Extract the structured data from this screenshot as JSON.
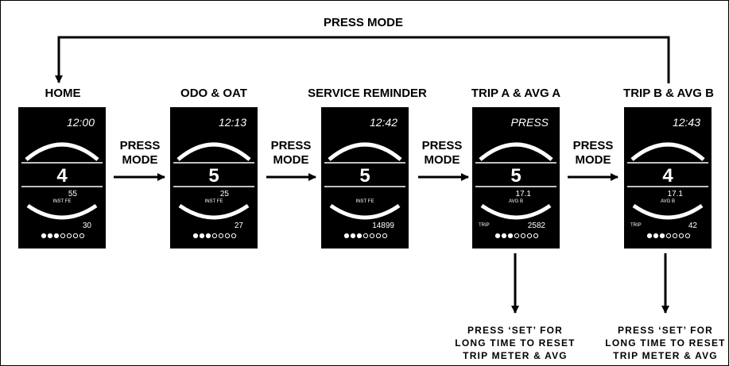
{
  "top_loop": {
    "label": "PRESS MODE"
  },
  "stages": [
    {
      "title": "HOME",
      "top": "12:00",
      "gear": "4",
      "mid": "55",
      "mid_label": "INST FE",
      "bottom_val": "30",
      "line2": "",
      "avg": ""
    },
    {
      "title": "ODO & OAT",
      "top": "12:13",
      "gear": "5",
      "mid": "25",
      "mid_label": "INST FE",
      "bottom_val": "27",
      "line2": "",
      "avg": ""
    },
    {
      "title": "SERVICE REMINDER",
      "top": "12:42",
      "gear": "5",
      "mid": "",
      "mid_label": "INST FE",
      "bottom_val": "14899",
      "line2": "",
      "avg": ""
    },
    {
      "title": "TRIP A & AVG A",
      "top": "PRESS",
      "gear": "5",
      "mid": "17.1",
      "mid_label": "AVG B",
      "bottom_val": "2582",
      "line2": "TRIP",
      "avg": ""
    },
    {
      "title": "TRIP B & AVG B",
      "top": "12:43",
      "gear": "4",
      "mid": "17.1",
      "mid_label": "AVG B",
      "bottom_val": "42",
      "line2": "TRIP",
      "avg": ""
    }
  ],
  "arrows": [
    {
      "line1": "PRESS",
      "line2": "MODE"
    },
    {
      "line1": "PRESS",
      "line2": "MODE"
    },
    {
      "line1": "PRESS",
      "line2": "MODE"
    },
    {
      "line1": "PRESS",
      "line2": "MODE"
    }
  ],
  "notes": [
    {
      "line1": "PRESS ‘SET’ FOR",
      "line2": "LONG TIME TO RESET",
      "line3": "TRIP METER & AVG"
    },
    {
      "line1": "PRESS ‘SET’ FOR",
      "line2": "LONG TIME TO RESET",
      "line3": "TRIP METER & AVG"
    }
  ],
  "colors": {
    "line": "#000000",
    "screen_bg": "#000000",
    "screen_fg": "#ffffff"
  }
}
